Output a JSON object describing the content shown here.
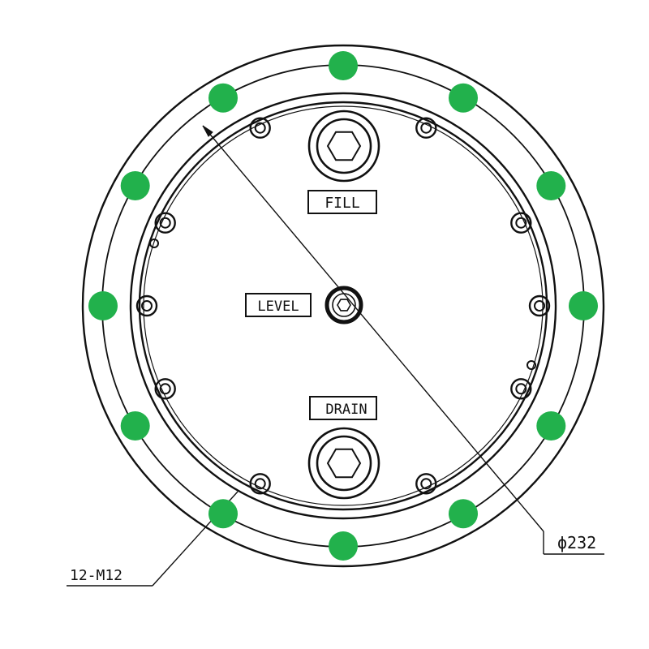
{
  "labels": {
    "fill": "FILL",
    "level": "LEVEL",
    "drain": "DRAIN"
  },
  "dimensions": {
    "diameter": "ϕ232",
    "bolt_holes": "12-M12"
  },
  "colors": {
    "line": "#111111",
    "bolt_hole_fill": "#22b14c",
    "background": "#ffffff"
  },
  "bolt_pattern": {
    "count": 12,
    "thread": "M12"
  },
  "icons": {
    "fill_plug": "hex-plug-icon",
    "drain_plug": "hex-plug-icon",
    "level_plug": "hex-socket-plug-icon"
  }
}
